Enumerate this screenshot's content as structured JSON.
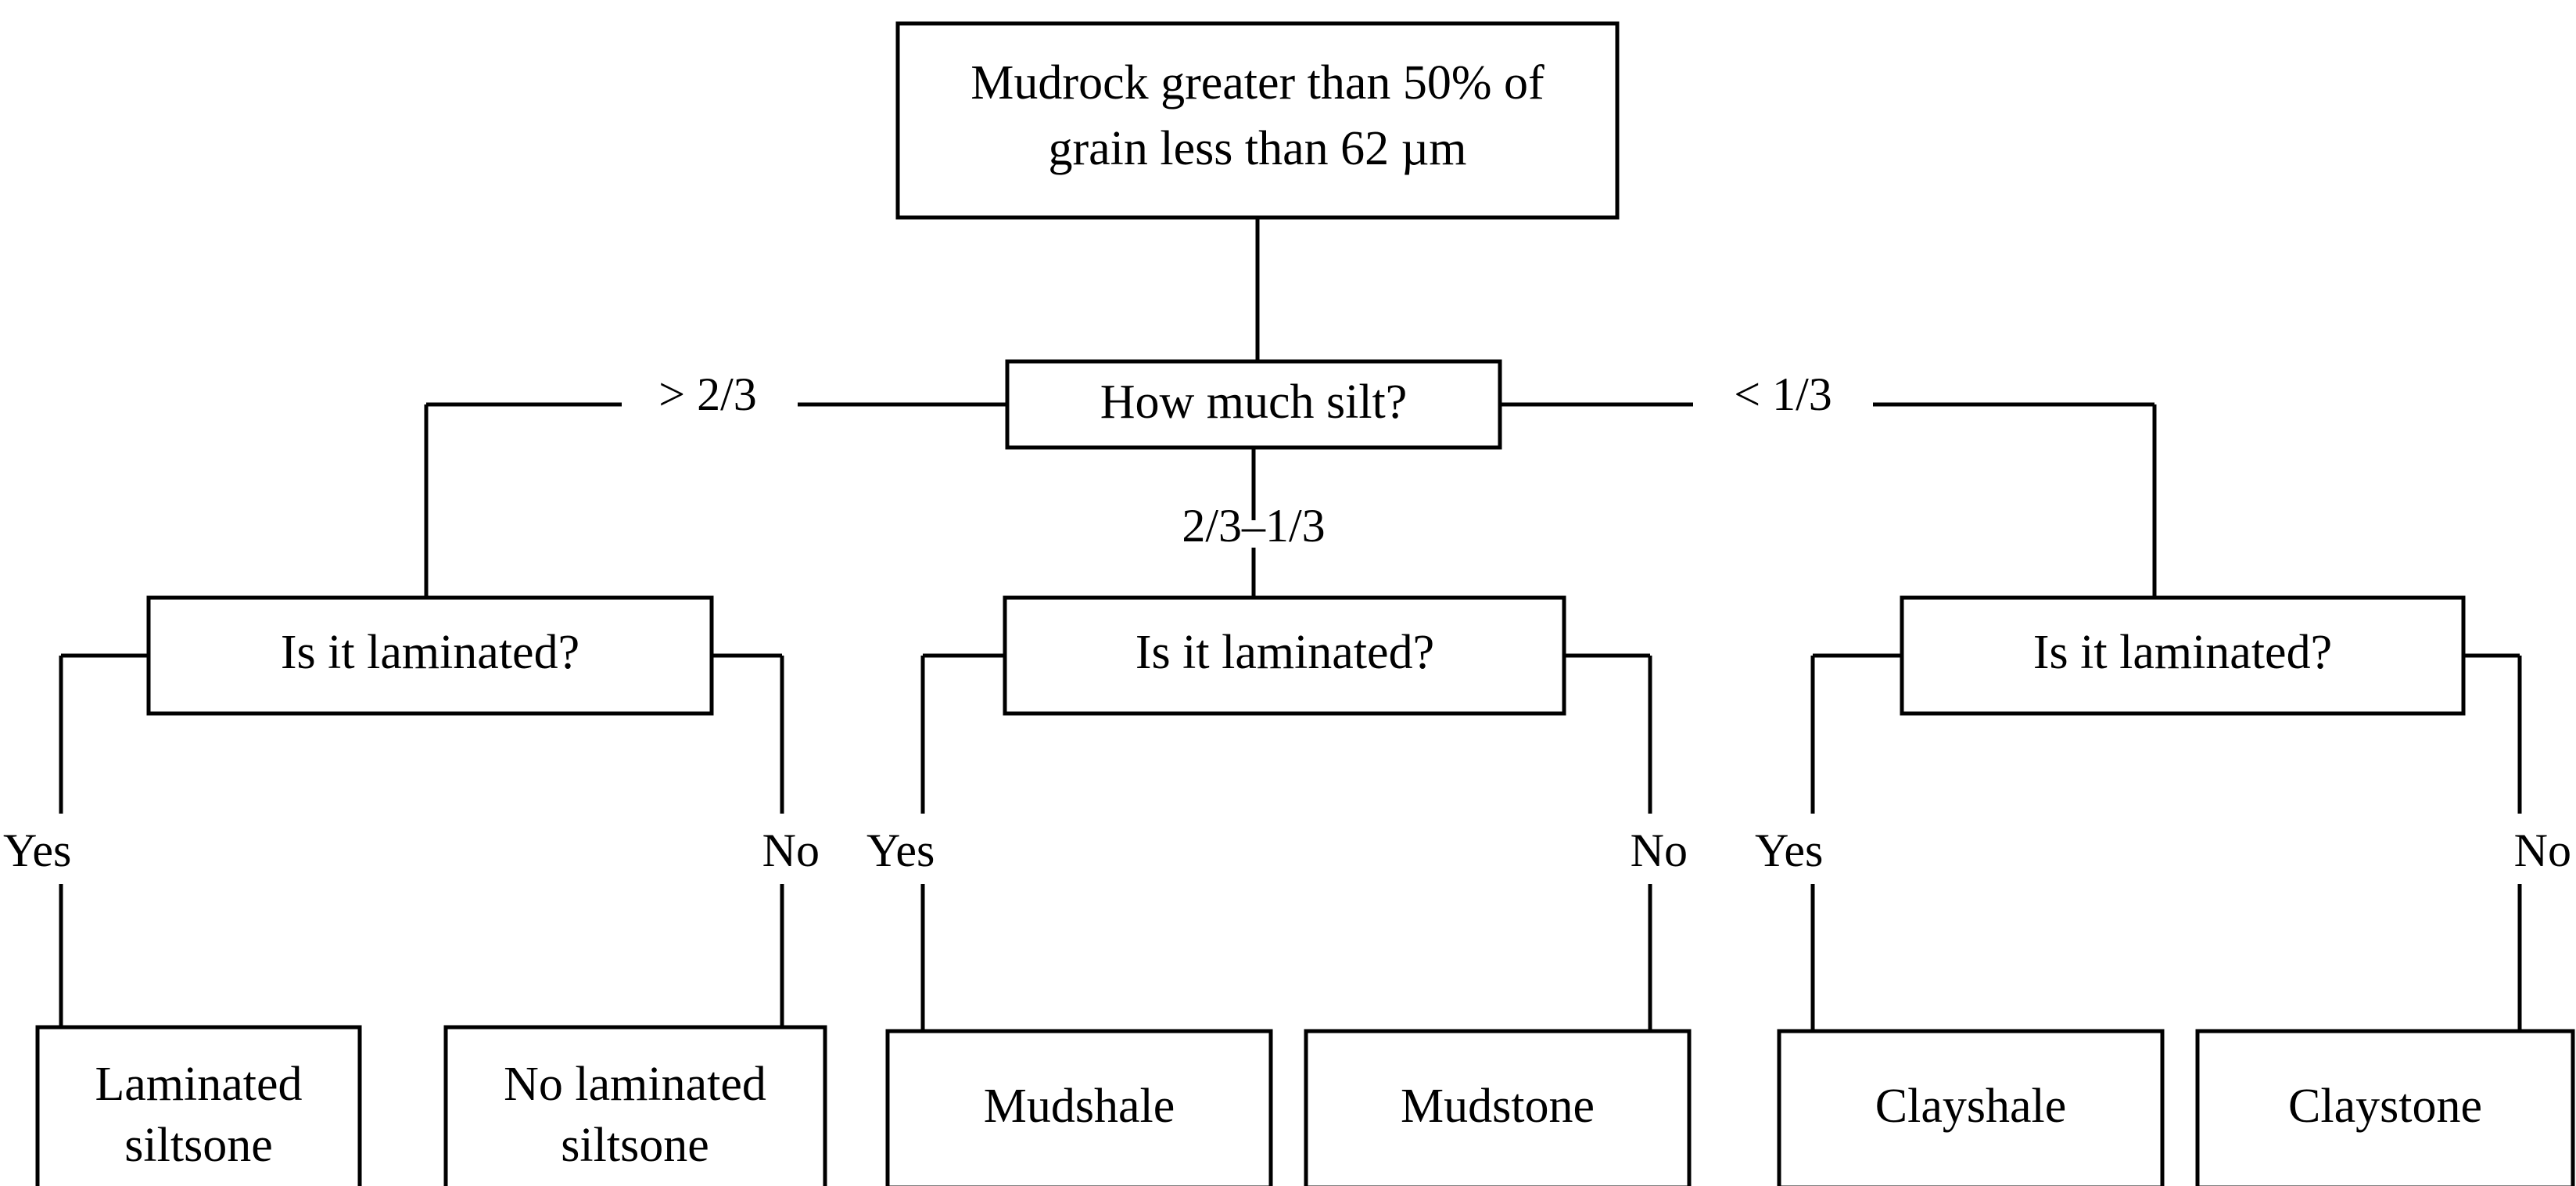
{
  "diagram": {
    "title": "Mudrock classification decision tree",
    "background_color": "#ffffff",
    "line_color": "#000000",
    "text_color": "#000000",
    "root": {
      "id": "root-mudrock",
      "line1": "Mudrock greater than 50% of",
      "line2": "grain less than 62 µm"
    },
    "decision_silt": {
      "id": "decision-how-much-silt",
      "label": "How much silt?"
    },
    "silt_branches": {
      "left": "> 2/3",
      "middle": "2/3–1/3",
      "right": "< 1/3"
    },
    "laminated_left": {
      "id": "decision-laminated-left",
      "label": "Is it laminated?"
    },
    "laminated_middle": {
      "id": "decision-laminated-middle",
      "label": "Is it laminated?"
    },
    "laminated_right": {
      "id": "decision-laminated-right",
      "label": "Is it laminated?"
    },
    "yes_no": {
      "yes": "Yes",
      "no": "No"
    },
    "terminals": {
      "left_yes_line1": "Laminated",
      "left_yes_line2": "siltsone",
      "left_no_line1": "No laminated",
      "left_no_line2": "siltsone",
      "middle_yes": "Mudshale",
      "middle_no": "Mudstone",
      "right_yes": "Clayshale",
      "right_no": "Claystone"
    }
  }
}
